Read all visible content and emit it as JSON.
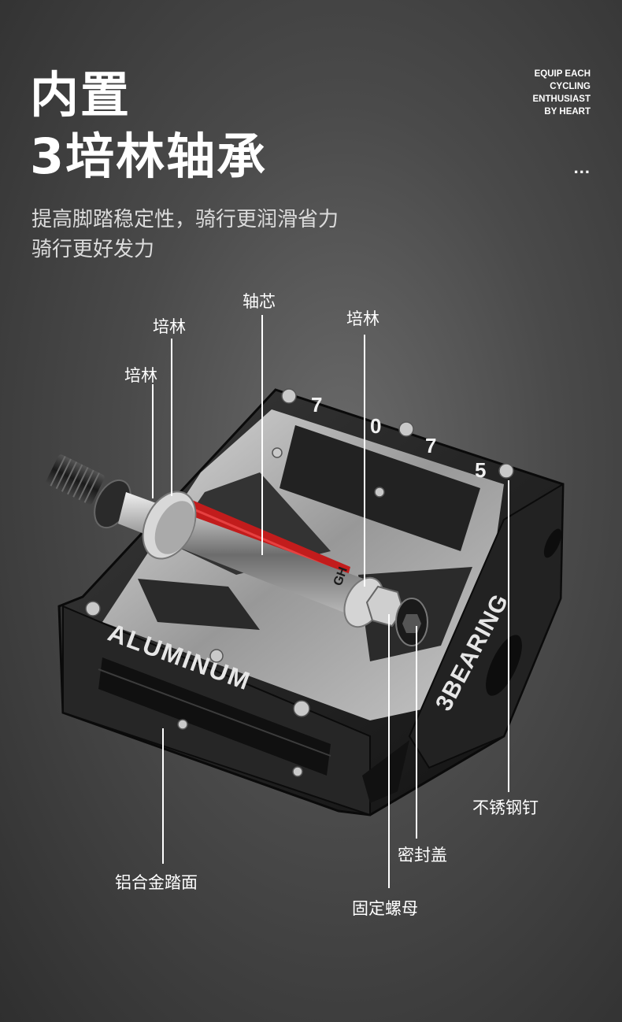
{
  "heading": {
    "line1": "内置",
    "line2": "3培林轴承"
  },
  "tagline": [
    "EQUIP EACH",
    "CYCLING",
    "ENTHUSIAST",
    "BY HEART"
  ],
  "dots": "...",
  "subtitle": {
    "line1": "提高脚踏稳定性，骑行更润滑省力",
    "line2": "骑行更好发力"
  },
  "product": {
    "side_text": "ALUMINUM",
    "bearing_text": "3BEARING",
    "model_digits": [
      "7",
      "0",
      "7",
      "5"
    ],
    "axle_mark": "GH"
  },
  "callouts": {
    "bearing_left": "培林",
    "bearing_mid": "培林",
    "axle_core": "轴芯",
    "bearing_right": "培林",
    "steel_pin": "不锈钢钉",
    "seal_cap": "密封盖",
    "alloy_face": "铝合金踏面",
    "lock_nut": "固定螺母"
  },
  "colors": {
    "accent_red": "#c21c1c",
    "body_dark": "#1c1c1c",
    "metal": "#b8b8b8"
  }
}
